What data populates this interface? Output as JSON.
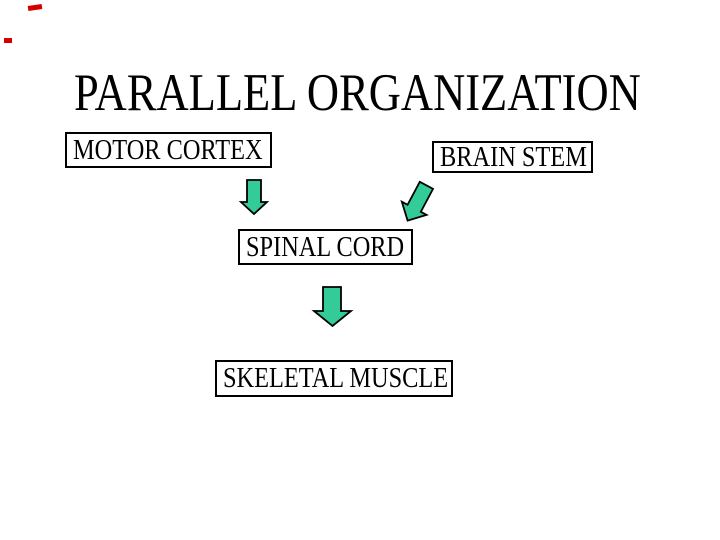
{
  "slide": {
    "title": "PARALLEL ORGANIZATION",
    "background_color": "#ffffff",
    "text_color": "#000000",
    "arrow_fill_color": "#33CC99",
    "arrow_outline_color": "#000000",
    "boxes": [
      {
        "id": "motor-cortex",
        "label": "MOTOR CORTEX"
      },
      {
        "id": "brain-stem",
        "label": "BRAIN STEM"
      },
      {
        "id": "spinal-cord",
        "label": "SPINAL CORD"
      },
      {
        "id": "skeletal-muscle",
        "label": "SKELETAL MUSCLE"
      }
    ],
    "arrows": [
      {
        "name": "motor-cortex-to-spinal-cord",
        "direction": "down"
      },
      {
        "name": "brain-stem-to-spinal-cord",
        "direction": "down-left"
      },
      {
        "name": "spinal-cord-to-skeletal-muscle",
        "direction": "down"
      }
    ],
    "decor": {
      "pen_mark_color": "#d40000"
    }
  }
}
